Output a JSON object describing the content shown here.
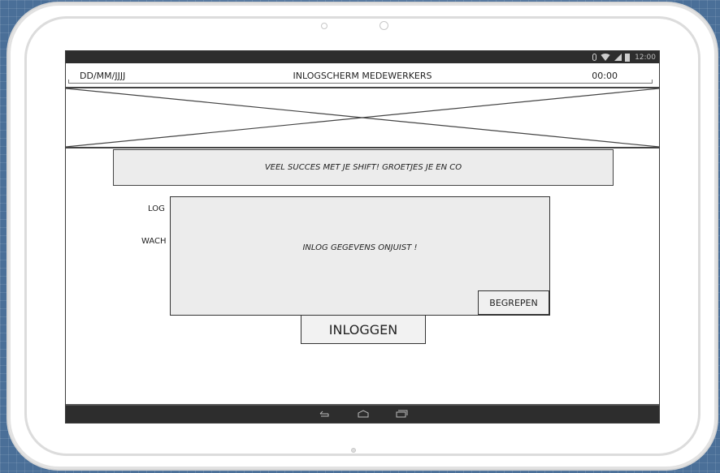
{
  "status_bar": {
    "clock": "12:00",
    "icons": [
      "bluetooth-icon",
      "wifi-icon",
      "signal-icon",
      "battery-icon"
    ]
  },
  "header": {
    "date": "DD/MM/JJJJ",
    "title": "INLOGSCHERM MEDEWERKERS",
    "time": "00:00"
  },
  "banner": {
    "image": "placeholder-image"
  },
  "message": {
    "text": "VEEL SUCCES MET JE SHIFT! GROETJES JE EN CO"
  },
  "form": {
    "login_label": "LOG",
    "password_label": "WACH"
  },
  "dialog": {
    "message": "INLOG GEGEVENS ONJUIST !",
    "button": "BEGREPEN"
  },
  "login_button": "INLOGGEN",
  "nav_bar": {
    "icons": [
      "back-icon",
      "home-icon",
      "recent-apps-icon"
    ]
  }
}
